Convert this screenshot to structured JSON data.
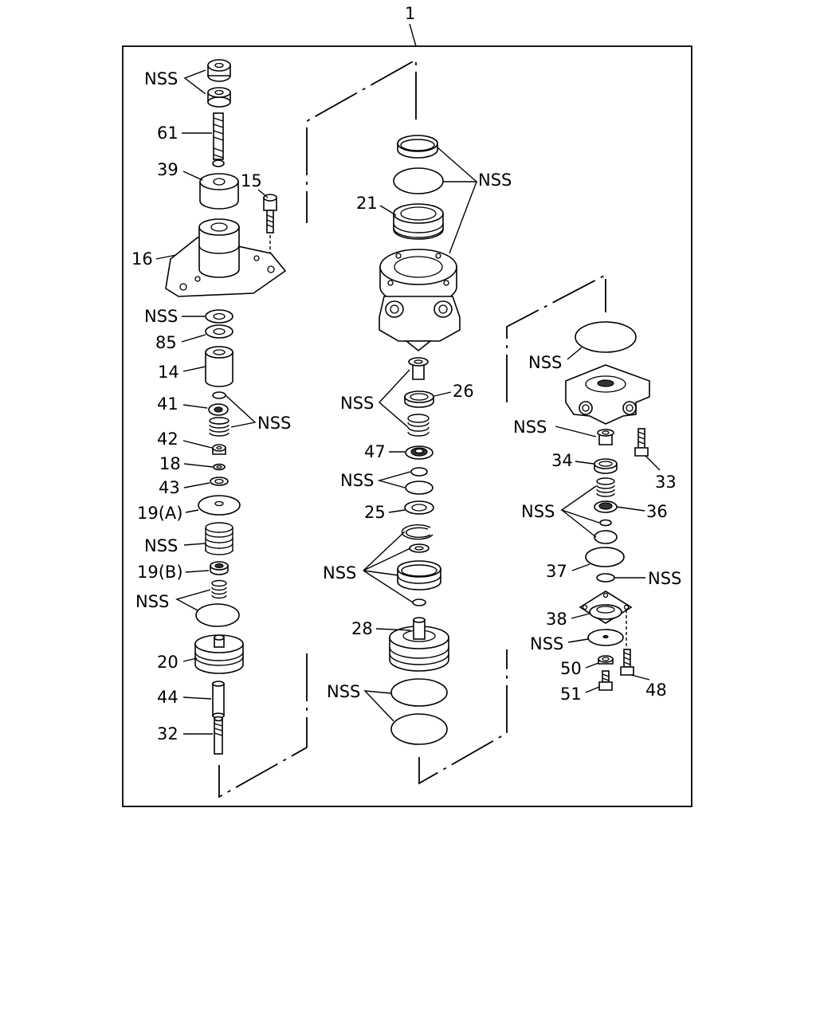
{
  "diagram": {
    "assembly_label": "1",
    "left_column": {
      "nss_top": "NSS",
      "p61": "61",
      "p39": "39",
      "p15": "15",
      "p16": "16",
      "nss_washer": "NSS",
      "p85": "85",
      "p14": "14",
      "p41": "41",
      "nss_41": "NSS",
      "p42": "42",
      "p18": "18",
      "p43": "43",
      "p19a": "19(A)",
      "nss_spring": "NSS",
      "p19b": "19(B)",
      "nss_lower": "NSS",
      "p20": "20",
      "p44": "44",
      "p32": "32"
    },
    "center_column": {
      "nss_top": "NSS",
      "p21": "21",
      "nss_26": "NSS",
      "p26": "26",
      "p47": "47",
      "nss_25": "NSS",
      "p25": "25",
      "nss_ring": "NSS",
      "p28": "28",
      "nss_bottom": "NSS"
    },
    "right_column": {
      "nss_top": "NSS",
      "nss_body": "NSS",
      "p34": "34",
      "p33": "33",
      "nss_36": "NSS",
      "p36": "36",
      "p37": "37",
      "nss_37": "NSS",
      "p38": "38",
      "nss_38": "NSS",
      "p50": "50",
      "p48": "48",
      "p51": "51"
    }
  }
}
